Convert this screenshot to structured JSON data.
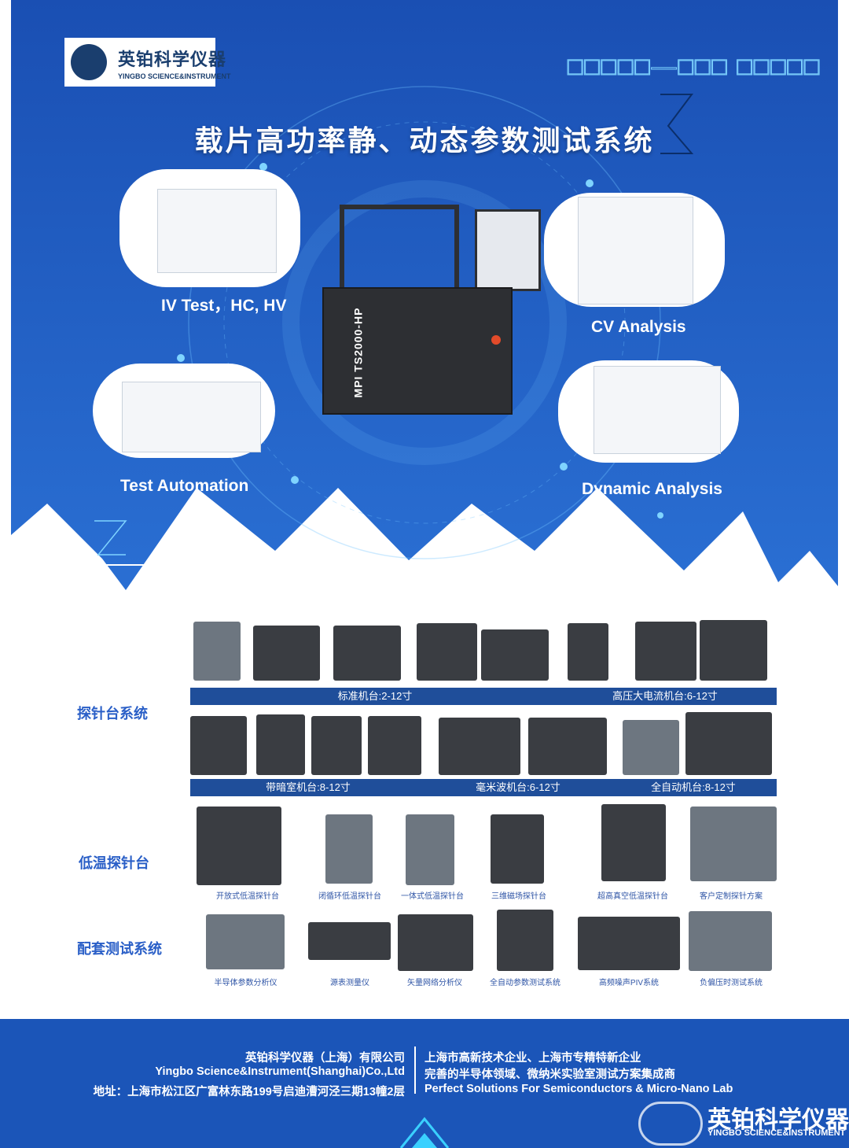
{
  "brand": {
    "name_cn": "英铂科学仪器",
    "name_en": "YINGBO SCIENCE&INSTRUMENT",
    "slogan": "□□□□□—□□□ □□□□□"
  },
  "hero": {
    "title": "载片高功率静、动态参数测试系统",
    "machine_label": "MPI TS2000-HP",
    "features": [
      {
        "label": "IV Test，HC, HV"
      },
      {
        "label": "CV Analysis"
      },
      {
        "label": "Test Automation"
      },
      {
        "label": "Dynamic Analysis"
      }
    ]
  },
  "sections": {
    "probe": {
      "label": "探针台系统",
      "row1_bands": [
        "标准机台:2-12寸",
        "高压大电流机台:6-12寸"
      ],
      "row2_bands": [
        "带暗室机台:8-12寸",
        "毫米波机台:6-12寸",
        "全自动机台:8-12寸"
      ]
    },
    "cryo": {
      "label": "低温探针台",
      "items": [
        "开放式低温探针台",
        "闭循环低温探针台",
        "一体式低温探针台",
        "三维磁场探针台",
        "超高真空低温探针台",
        "客户定制探针方案"
      ]
    },
    "test": {
      "label": "配套测试系统",
      "items": [
        "半导体参数分析仪",
        "源表测量仪",
        "矢量网络分析仪",
        "全自动参数测试系统",
        "高频噪声PIV系统",
        "负偏压时测试系统"
      ]
    }
  },
  "footer": {
    "company_cn": "英铂科学仪器（上海）有限公司",
    "company_en": "Yingbo Science&Instrument(Shanghai)Co.,Ltd",
    "address": "地址：上海市松江区广富林东路199号启迪漕河泾三期13幢2层",
    "tag1": "上海市高新技术企业、上海市专精特新企业",
    "tag2": "完善的半导体领域、微纳米实验室测试方案集成商",
    "tag3": "Perfect Solutions For Semiconductors & Micro-Nano Lab",
    "watermark_cn": "英铂科学仪器",
    "watermark_en": "YINGBO SCIENCE&INSTRUMENT"
  },
  "colors": {
    "primary_blue": "#1b55b8",
    "dark_blue": "#1f4e9a",
    "accent_cyan": "#7fd4ff"
  }
}
